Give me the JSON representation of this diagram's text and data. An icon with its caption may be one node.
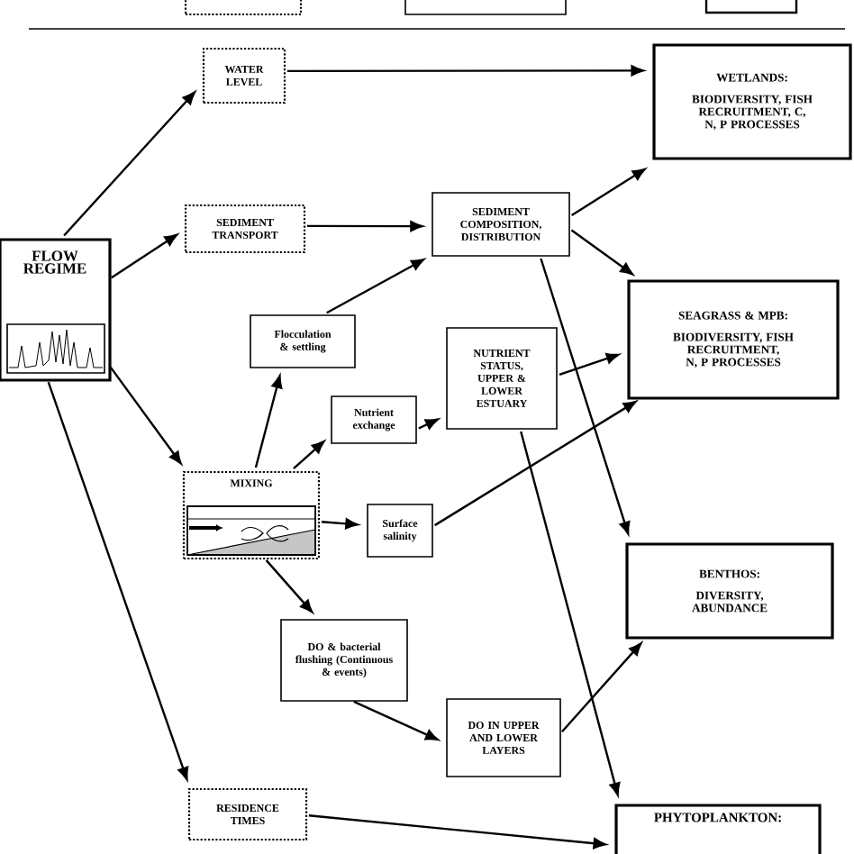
{
  "diagram": {
    "nodes": [
      {
        "text": [],
        "shape": "box"
      },
      {
        "text": [],
        "shape": "box"
      },
      {
        "text": [],
        "shape": "box"
      },
      {
        "text": [
          "WATER LEVEL"
        ]
      },
      {
        "text": [
          "WETLANDS:",
          "BIODIVERSITY, FISH RECRUITMENT, C, N, P PROCESSES"
        ]
      },
      {
        "text": [
          "FLOW REGIME"
        ]
      },
      {
        "text": [
          "SEDIMENT TRANSPORT"
        ]
      },
      {
        "text": [
          "SEDIMENT COMPOSITION, DISTRIBUTION"
        ]
      },
      {
        "text": [
          "SEAGRASS & MPB:",
          "BIODIVERSITY, FISH RECRUITMENT, N, P PROCESSES"
        ]
      },
      {
        "text": [
          "Flocculation & settling"
        ]
      },
      {
        "text": [
          "Nutrient exchange"
        ]
      },
      {
        "text": [
          "NUTRIENT STATUS, UPPER & LOWER ESTUARY"
        ]
      },
      {
        "text": [
          "MIXING"
        ]
      },
      {
        "text": [
          "Surface salinity"
        ]
      },
      {
        "text": [
          "BENTHOS:",
          "DIVERSITY, ABUNDANCE"
        ]
      },
      {
        "text": [
          "DO & bacterial flushing (Continuous & events)"
        ]
      },
      {
        "text": [
          "DO IN UPPER AND LOWER LAYERS"
        ]
      },
      {
        "text": [
          "RESIDENCE TIMES"
        ]
      },
      {
        "text": [
          "PHYTOPLANKTON:"
        ]
      }
    ],
    "edges": [
      {
        "from": 5,
        "to": 3,
        "arrow": "to"
      },
      {
        "from": 3,
        "to": 4,
        "arrow": "to"
      },
      {
        "from": 5,
        "to": 6,
        "arrow": "to"
      },
      {
        "from": 6,
        "to": 7,
        "arrow": "to"
      },
      {
        "from": 9,
        "to": 7,
        "arrow": "to"
      },
      {
        "from": 7,
        "to": 4,
        "arrow": "to"
      },
      {
        "from": 7,
        "to": 8,
        "arrow": "to"
      },
      {
        "from": 7,
        "to": 14,
        "arrow": "to"
      },
      {
        "from": 5,
        "to": 12,
        "arrow": "to"
      },
      {
        "from": 12,
        "to": 9,
        "arrow": "to"
      },
      {
        "from": 12,
        "to": 10,
        "arrow": "to"
      },
      {
        "from": 10,
        "to": 11,
        "arrow": "to"
      },
      {
        "from": 11,
        "to": 8,
        "arrow": "to"
      },
      {
        "from": 11,
        "to": 18,
        "arrow": "to"
      },
      {
        "from": 12,
        "to": 13,
        "arrow": "to"
      },
      {
        "from": 13,
        "to": 8,
        "arrow": "to"
      },
      {
        "from": 12,
        "to": 15,
        "arrow": "to"
      },
      {
        "from": 15,
        "to": 16,
        "arrow": "to"
      },
      {
        "from": 16,
        "to": 14,
        "arrow": "to"
      },
      {
        "from": 5,
        "to": 17,
        "arrow": "to"
      },
      {
        "from": 17,
        "to": 18,
        "arrow": "to"
      }
    ]
  }
}
